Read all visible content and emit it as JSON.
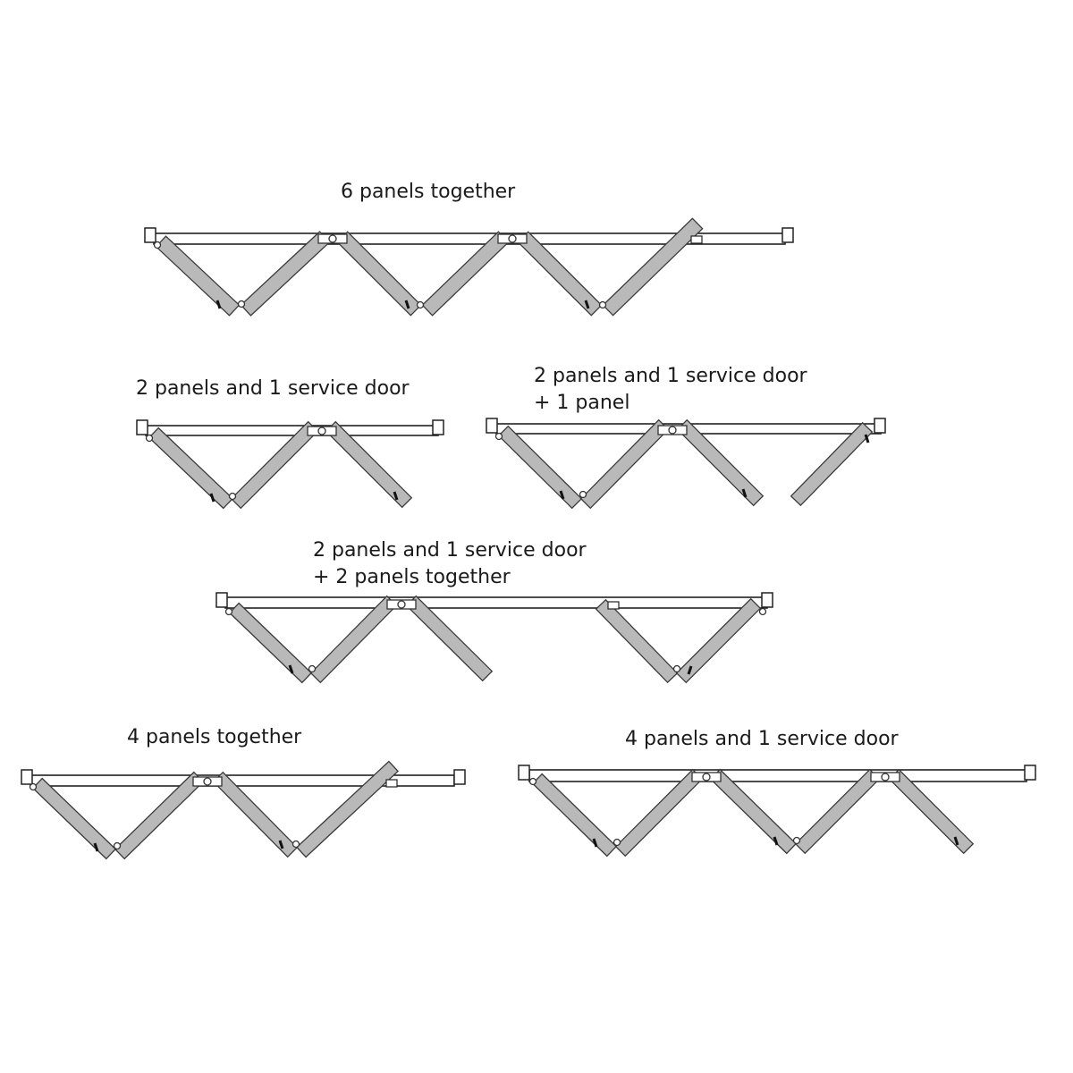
{
  "labels": {
    "six_panels": "6 panels together",
    "two_panels_service_door": "2 panels and 1 service door",
    "two_panels_service_door_plus_panel_line1": "2 panels and 1 service door",
    "two_panels_service_door_plus_panel_line2": "+ 1 panel",
    "two_panels_service_door_plus_two_line1": "2 panels and 1 service door",
    "two_panels_service_door_plus_two_line2": "+ 2 panels together",
    "four_panels": "4 panels together",
    "four_panels_service_door": "4 panels and 1 service door"
  },
  "colors": {
    "panel_fill": "#b9b9b9",
    "outline": "#222222",
    "background": "#ffffff"
  }
}
